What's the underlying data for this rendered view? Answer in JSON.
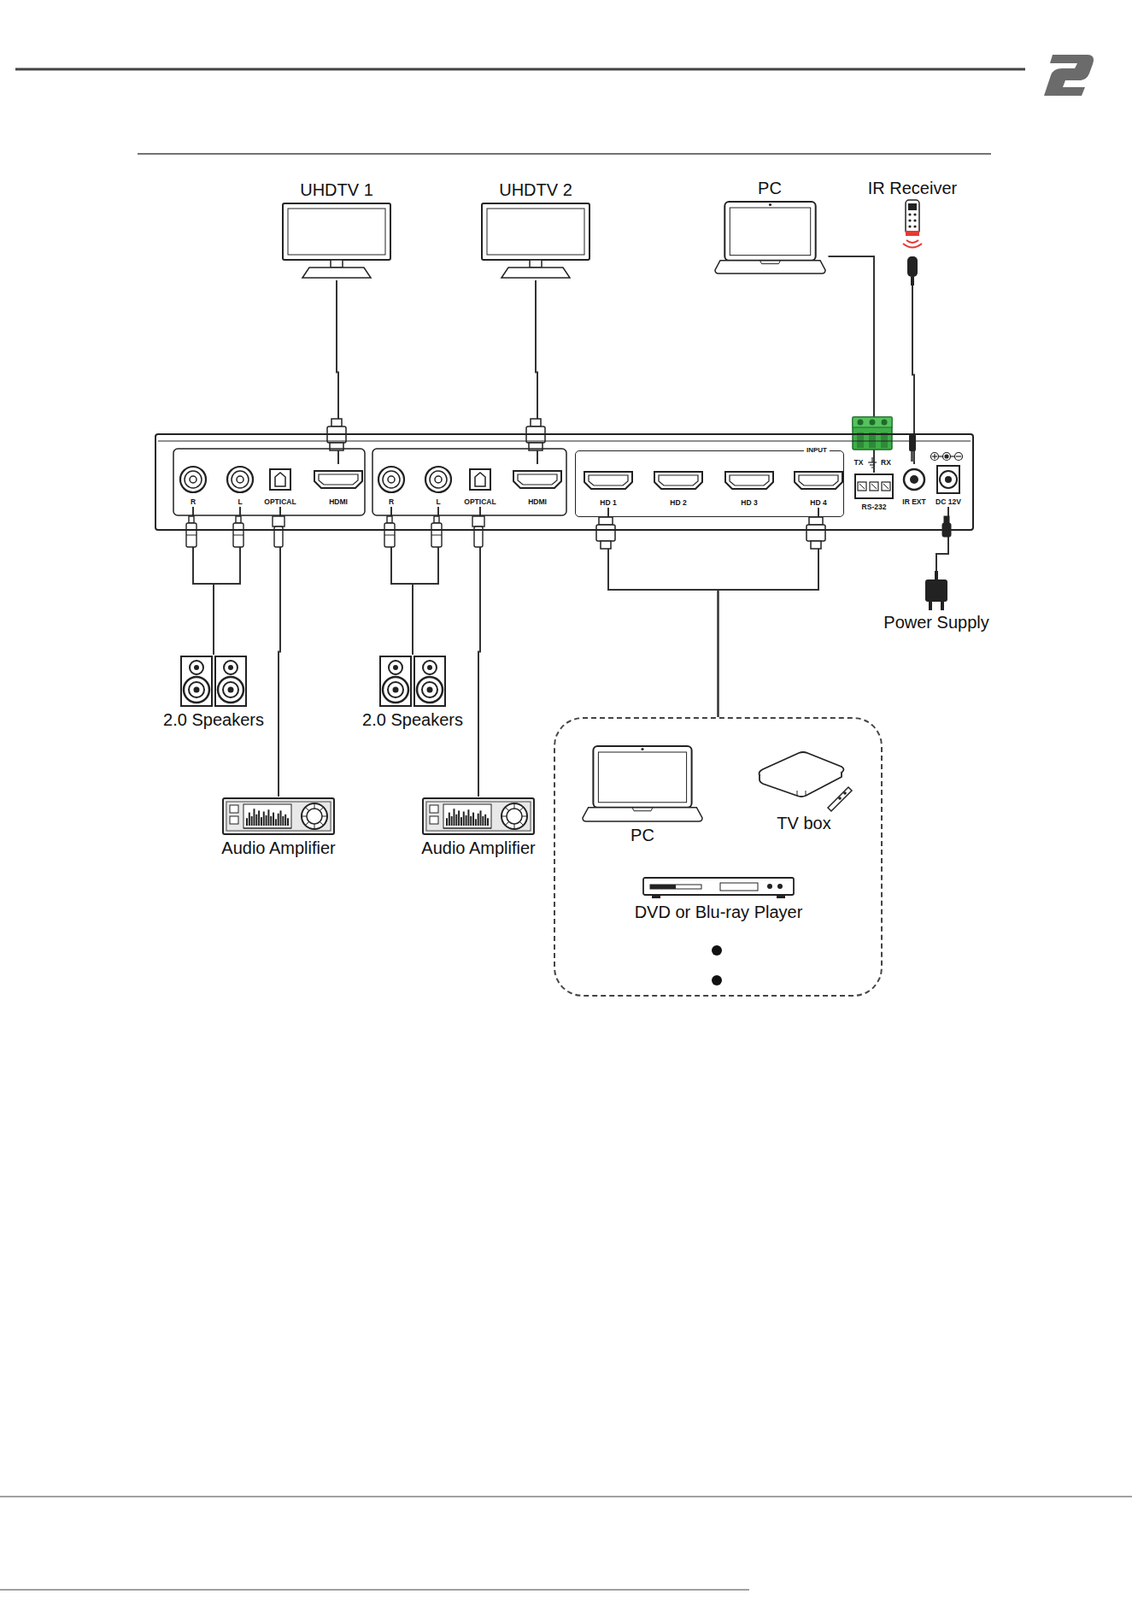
{
  "diagram": {
    "nodes": [
      {
        "text": [
          "UHDTV 1"
        ]
      },
      {
        "text": [
          "UHDTV 2"
        ]
      },
      {
        "text": [
          "PC"
        ]
      },
      {
        "text": [
          "IR Receiver"
        ]
      },
      {
        "text": []
      },
      {
        "text": [
          "R"
        ],
        "in": 4
      },
      {
        "text": [
          "L"
        ],
        "in": 4
      },
      {
        "text": [
          "OPTICAL"
        ],
        "in": 4
      },
      {
        "text": [
          "HDMI"
        ],
        "in": 4
      },
      {
        "text": [
          "R"
        ],
        "in": 4
      },
      {
        "text": [
          "L"
        ],
        "in": 4
      },
      {
        "text": [
          "OPTICAL"
        ],
        "in": 4
      },
      {
        "text": [
          "HDMI"
        ],
        "in": 4
      },
      {
        "text": [
          "INPUT"
        ],
        "in": 4
      },
      {
        "text": [
          "HD 1"
        ],
        "in": 13
      },
      {
        "text": [
          "HD 2"
        ],
        "in": 13
      },
      {
        "text": [
          "HD 3"
        ],
        "in": 13
      },
      {
        "text": [
          "HD 4"
        ],
        "in": 13
      },
      {
        "text": [
          "RS-232"
        ],
        "in": 4
      },
      {
        "text": [
          "IR EXT"
        ],
        "in": 4
      },
      {
        "text": [
          "DC 12V"
        ],
        "in": 4
      },
      {
        "text": [
          "2.0 Speakers"
        ]
      },
      {
        "text": [
          "Audio Amplifier"
        ]
      },
      {
        "text": [
          "2.0 Speakers"
        ]
      },
      {
        "text": [
          "Audio Amplifier"
        ]
      },
      {
        "text": [
          "Power Supply"
        ]
      },
      {
        "text": []
      },
      {
        "text": [
          "PC"
        ],
        "in": 26
      },
      {
        "text": [
          "TV box"
        ],
        "in": 26
      },
      {
        "text": [
          "DVD or Blu-ray Player"
        ],
        "in": 26
      }
    ],
    "edges": [
      {
        "from": 0,
        "to": 8,
        "arrow": "none"
      },
      {
        "from": 1,
        "to": 12,
        "arrow": "none"
      },
      {
        "from": 2,
        "to": 18,
        "arrow": "none"
      },
      {
        "from": 3,
        "to": 19,
        "arrow": "none"
      },
      {
        "from": 5,
        "to": 21,
        "arrow": "none"
      },
      {
        "from": 6,
        "to": 21,
        "arrow": "none"
      },
      {
        "from": 7,
        "to": 22,
        "arrow": "none"
      },
      {
        "from": 9,
        "to": 23,
        "arrow": "none"
      },
      {
        "from": 10,
        "to": 23,
        "arrow": "none"
      },
      {
        "from": 11,
        "to": 24,
        "arrow": "none"
      },
      {
        "from": 14,
        "to": 26,
        "arrow": "none"
      },
      {
        "from": 17,
        "to": 26,
        "arrow": "none"
      },
      {
        "from": 20,
        "to": 25,
        "arrow": "none"
      }
    ],
    "labels": [
      "TX",
      "RX"
    ]
  }
}
